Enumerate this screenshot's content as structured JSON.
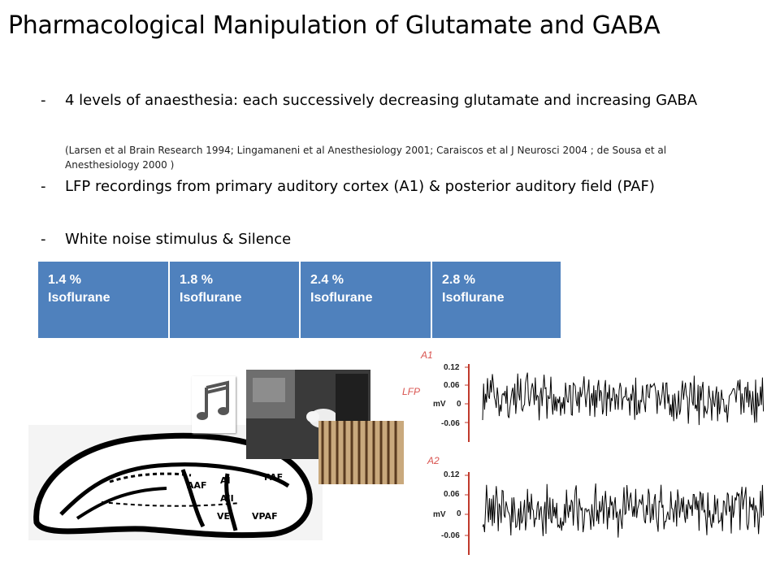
{
  "slide": {
    "title": "Pharmacological Manipulation of Glutamate and GABA",
    "bullets": [
      {
        "dash": "-",
        "text": "4 levels of anaesthesia: each successively decreasing glutamate and increasing GABA"
      },
      {
        "dash": "-",
        "text": "LFP recordings from primary auditory cortex  (A1) & posterior auditory field (PAF)"
      },
      {
        "dash": "-",
        "text": "White noise stimulus & Silence"
      }
    ],
    "citation": "(Larsen et al Brain Research 1994; Lingamaneni et al Anesthesiology 2001; Caraiscos et al J Neurosci 2004 ; de Sousa  et al  Anesthesiology  2000 )"
  },
  "table": {
    "color": "#4f81bd",
    "cells": [
      "1.4 %\nIsoflurane",
      "1.8 %\nIsoflurane",
      "2.4 %\nIsoflurane",
      "2.8 %\nIsoflurane"
    ]
  },
  "brain_diagram": {
    "labels": [
      "AAF",
      "AI",
      "AII",
      "PAF",
      "VE",
      "VPAF"
    ]
  },
  "traces": {
    "lfp_label": "LFP",
    "unit": "mV",
    "panels": [
      {
        "name": "A1",
        "ticks": [
          "0.12",
          "0.06",
          "0",
          "-0.06"
        ]
      },
      {
        "name": "A2",
        "ticks": [
          "0.12",
          "0.06",
          "0",
          "-0.06"
        ]
      }
    ]
  }
}
